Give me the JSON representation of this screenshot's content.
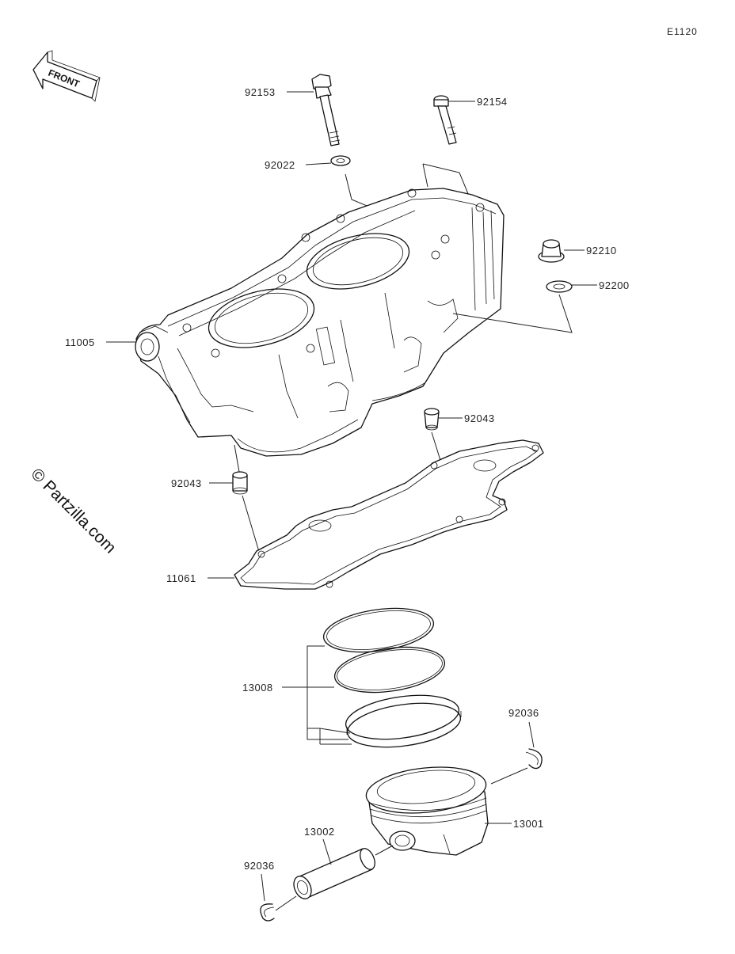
{
  "diagram_code": "E1120",
  "watermark": "© Partzilla.com",
  "front_arrow_text": "FRONT",
  "parts": {
    "p92153": "92153",
    "p92154": "92154",
    "p92022": "92022",
    "p92210": "92210",
    "p92200": "92200",
    "p11005": "11005",
    "p92043_right": "92043",
    "p92043_left": "92043",
    "p11061": "11061",
    "p13008": "13008",
    "p92036_right": "92036",
    "p13001": "13001",
    "p13002": "13002",
    "p92036_left": "92036"
  }
}
